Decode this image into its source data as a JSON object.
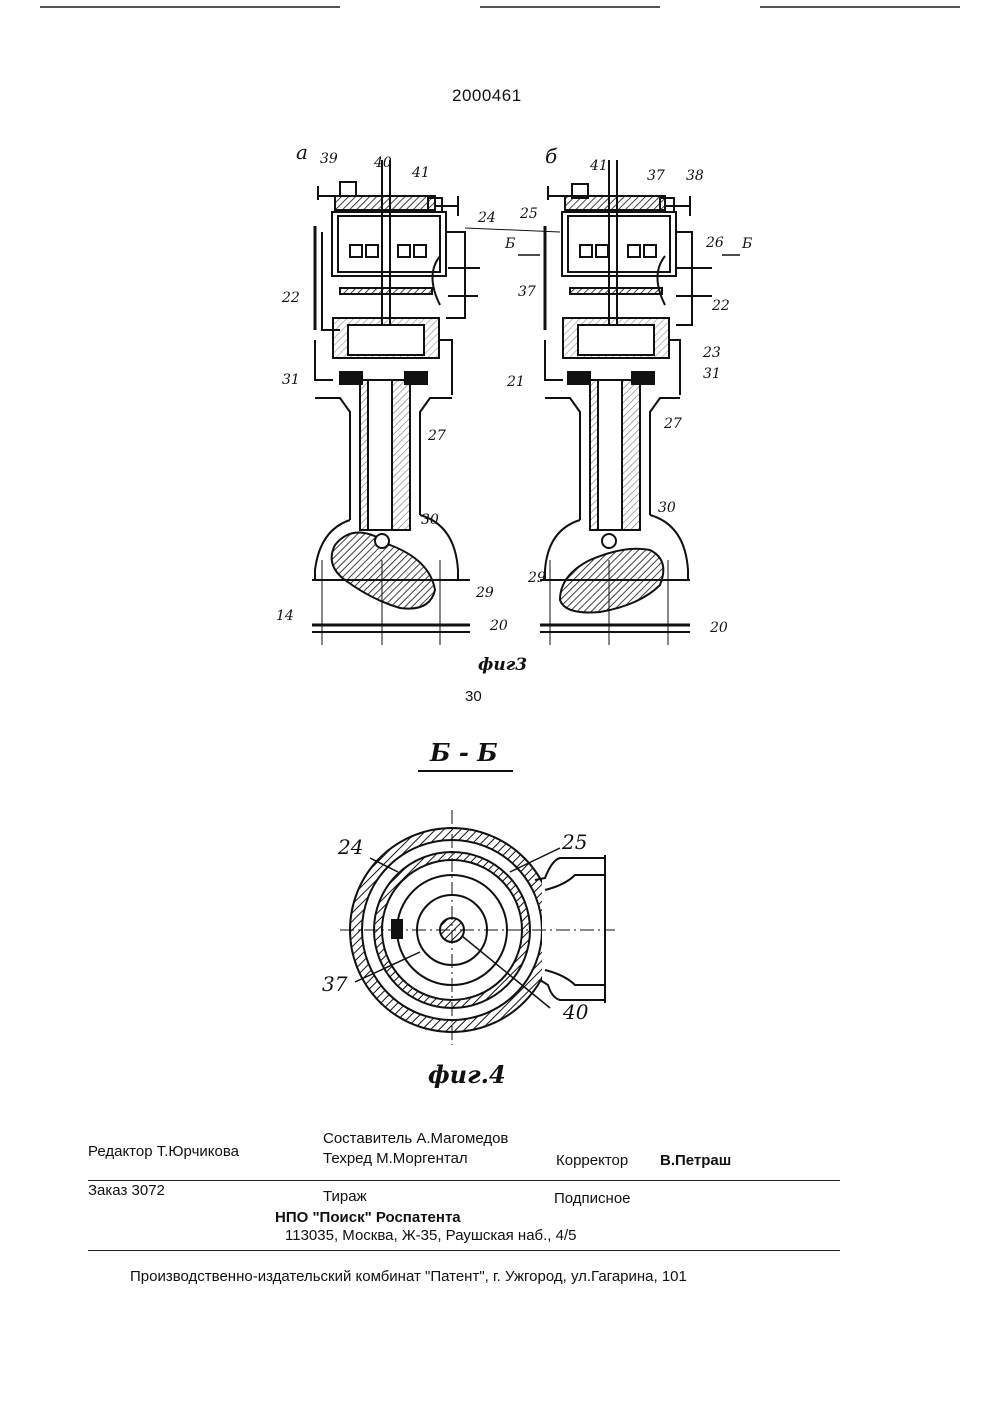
{
  "document": {
    "patent_number": "2000461"
  },
  "figure3": {
    "view_a": "а",
    "view_b": "б",
    "section_mark": "Б",
    "caption": "фиг3",
    "labels_a": [
      "39",
      "40",
      "41",
      "24",
      "22",
      "31",
      "27",
      "30",
      "29",
      "14",
      "20"
    ],
    "labels_b": [
      "41",
      "37",
      "38",
      "25",
      "26",
      "37",
      "22",
      "23",
      "21",
      "31",
      "27",
      "30",
      "29",
      "20"
    ]
  },
  "line_number": "30",
  "figure4": {
    "section_title": "Б - Б",
    "caption": "фиг.4",
    "labels": [
      "24",
      "25",
      "37",
      "40"
    ]
  },
  "imprint": {
    "editor": "Редактор  Т.Юрчикова",
    "compiler": "Составитель  А.Магомедов",
    "techred": "Техред М.Моргентал",
    "corrector_label": "Корректор",
    "corrector_name": "В.Петраш",
    "order": "Заказ  3072",
    "circulation": "Тираж",
    "subscription": "Подписное",
    "publisher": "НПО \"Поиск\"  Роспатента",
    "address": "113035, Москва, Ж-35, Раушская наб., 4/5",
    "plant": "Производственно-издательский комбинат \"Патент\", г. Ужгород, ул.Гагарина, 101"
  }
}
